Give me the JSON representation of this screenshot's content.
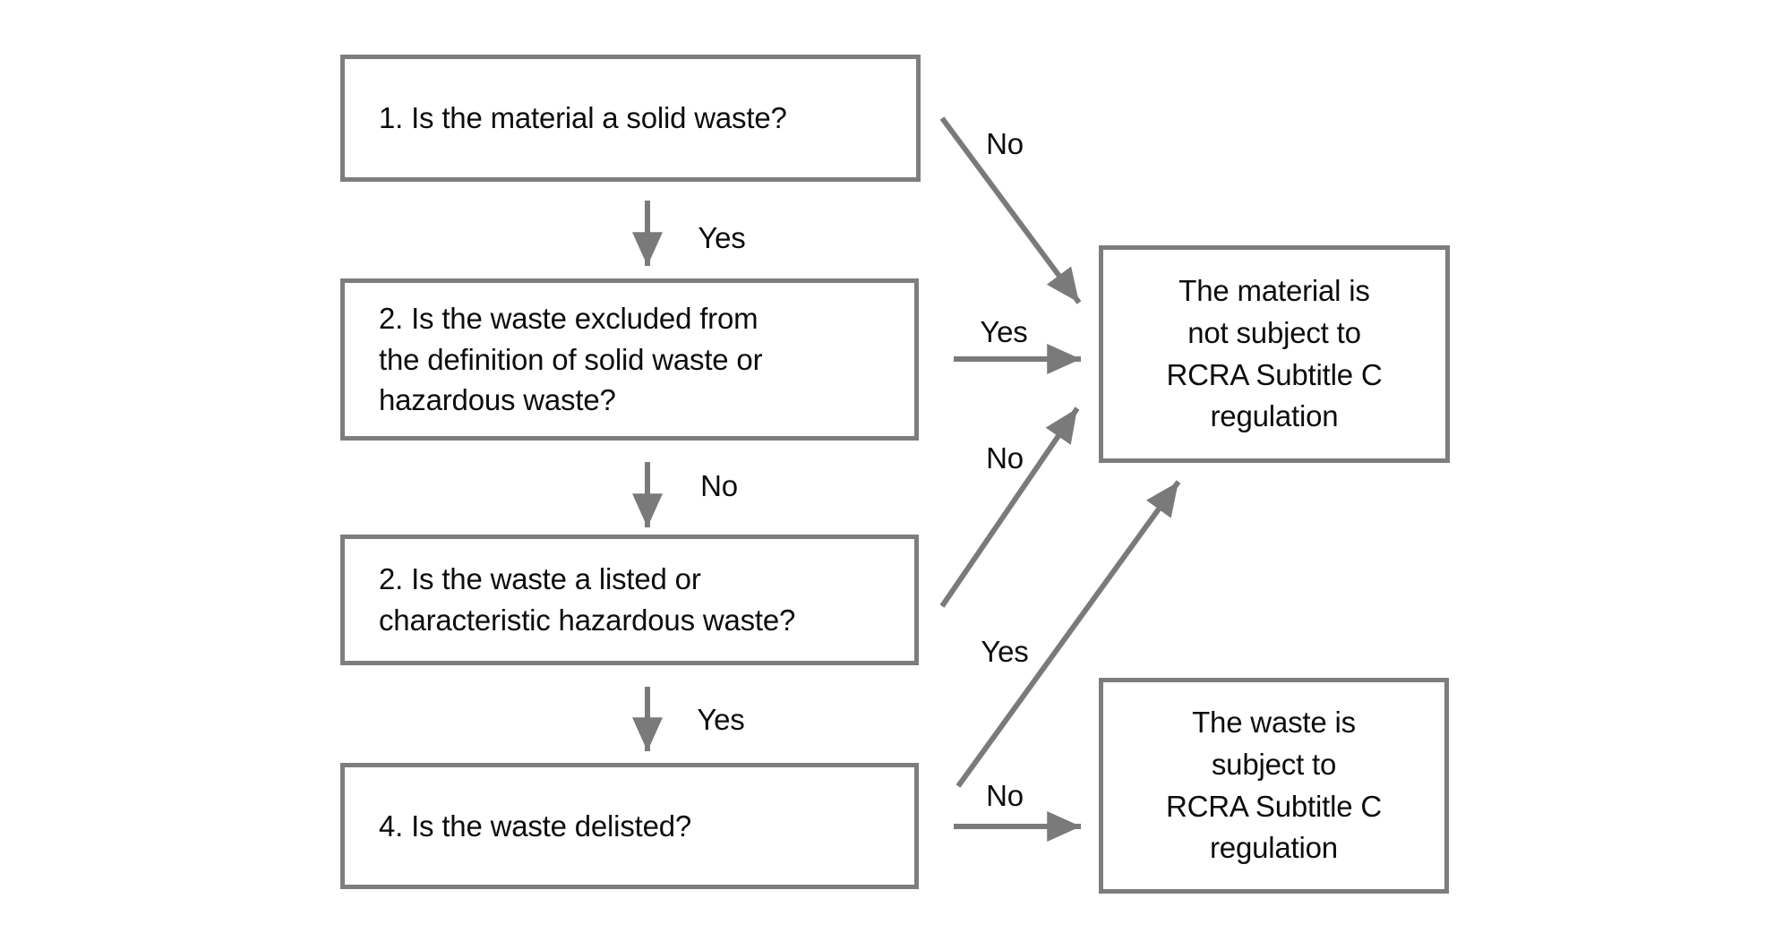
{
  "flowchart": {
    "questions": [
      {
        "id": "q1",
        "text": "1. Is the material a solid waste?"
      },
      {
        "id": "q2",
        "text": "2. Is the waste excluded from\nthe definition of solid waste or\nhazardous waste?"
      },
      {
        "id": "q3",
        "text": "2. Is the waste a listed or\ncharacteristic hazardous waste?"
      },
      {
        "id": "q4",
        "text": "4. Is the waste delisted?"
      }
    ],
    "outcomes": [
      {
        "id": "not-subject",
        "text": "The material is\nnot subject to\nRCRA Subtitle C\nregulation"
      },
      {
        "id": "subject",
        "text": "The waste is\nsubject to\nRCRA Subtitle C\nregulation"
      }
    ],
    "edges": [
      {
        "from": "q1",
        "to": "not-subject",
        "label": "No"
      },
      {
        "from": "q1",
        "to": "q2",
        "label": "Yes"
      },
      {
        "from": "q2",
        "to": "not-subject",
        "label": "Yes"
      },
      {
        "from": "q2",
        "to": "q3",
        "label": "No"
      },
      {
        "from": "q3",
        "to": "not-subject",
        "label": "No"
      },
      {
        "from": "q3",
        "to": "q4",
        "label": "Yes"
      },
      {
        "from": "q4",
        "to": "not-subject",
        "label": "Yes"
      },
      {
        "from": "q4",
        "to": "subject",
        "label": "No"
      }
    ],
    "colors": {
      "box_border": "#7d7d7d",
      "arrow": "#7a7a7a",
      "text": "#0d0d0d",
      "background": "#ffffff"
    }
  }
}
